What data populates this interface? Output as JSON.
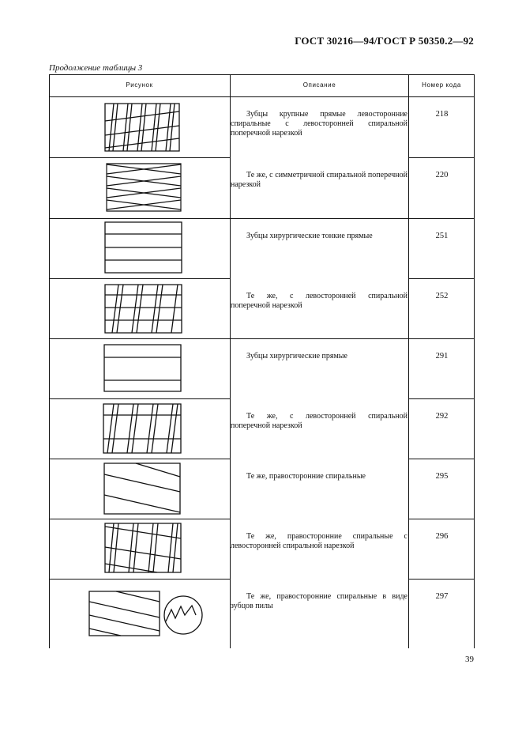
{
  "header": {
    "standard": "ГОСТ 30216—94/ГОСТ Р 50350.2—92"
  },
  "continuation_label": "Продолжение таблицы 3",
  "table": {
    "columns": [
      "Рисунок",
      "Описание",
      "Номер кода"
    ],
    "rows": [
      {
        "description": "Зубцы крупные прямые левосторонние спиральные с левосторонней спиральной поперечной нарезкой",
        "code": "218",
        "figure": "coarse-left-spiral-with-cross-cut-icon"
      },
      {
        "description": "Те же, с симметричной спиральной поперечной нарезкой",
        "code": "220",
        "figure": "symmetric-crosshatch-cut-icon"
      },
      {
        "description": "Зубцы хирургические тонкие прямые",
        "code": "251",
        "figure": "fine-straight-teeth-icon"
      },
      {
        "description": "Те же, с левосторонней спиральной поперечной нарезкой",
        "code": "252",
        "figure": "fine-left-spiral-cross-cut-icon"
      },
      {
        "description": "Зубцы хирургические прямые",
        "code": "291",
        "figure": "straight-teeth-icon"
      },
      {
        "description": "Те же, с левосторонней спиральной поперечной нарезкой",
        "code": "292",
        "figure": "straight-left-spiral-cross-cut-icon"
      },
      {
        "description": "Те же, правосторонние спиральные",
        "code": "295",
        "figure": "right-spiral-teeth-icon"
      },
      {
        "description": "Те же, правосторонние спиральные с левосторонней спиральной нарезкой",
        "code": "296",
        "figure": "right-spiral-with-left-cut-icon"
      },
      {
        "description": "Те же, правосторонние спиральные в виде зубцов пилы",
        "code": "297",
        "figure": "saw-tooth-spiral-icon"
      }
    ]
  },
  "page_number": "39"
}
